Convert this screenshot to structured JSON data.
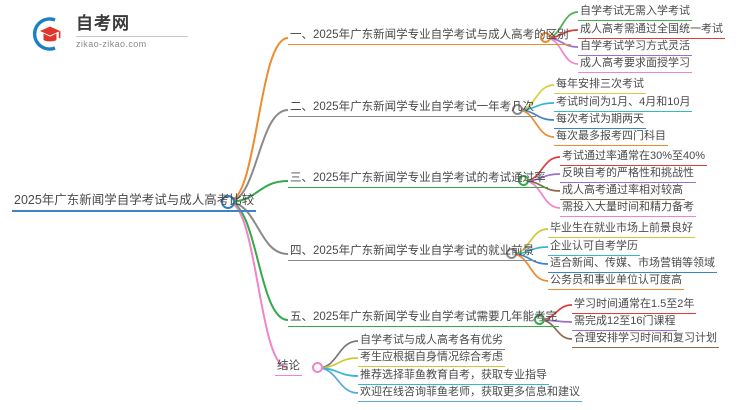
{
  "logo": {
    "name_cn": "自考网",
    "name_en": "zikao-zikao.com",
    "mark_icon": "graduation-cap-logo-icon",
    "arc_color": "#1b7fc4",
    "cap_color": "#e0352b"
  },
  "mindmap": {
    "root": {
      "label": "2025年广东新闻学自学考试与成人高考比较",
      "color": "#3d84c6",
      "node_color": "#2f7fc1"
    },
    "branches": [
      {
        "label": "一、2025年广东新闻学专业自学考试与成人高考的区别",
        "color": "#ef8b2c",
        "node_color": "#ef8b2c",
        "children": [
          {
            "label": "自学考试无需入学考试",
            "color": "#4caf50"
          },
          {
            "label": "成人高考需通过全国统一考试",
            "color": "#e03b3b"
          },
          {
            "label": "自学考试学习方式灵活",
            "color": "#9b6fd1"
          },
          {
            "label": "成人高考要求面授学习",
            "color": "#ef85c8"
          }
        ]
      },
      {
        "label": "二、2025年广东新闻学专业自学考试一年考几次",
        "color": "#8a8a8a",
        "node_color": "#8a8a8a",
        "children": [
          {
            "label": "每年安排三次考试",
            "color": "#d8cf3a"
          },
          {
            "label": "考试时间为1月、4月和10月",
            "color": "#35b7cf"
          },
          {
            "label": "每次考试为期两天",
            "color": "#3d84c6"
          },
          {
            "label": "每次最多报考四门科目",
            "color": "#ef8b2c"
          }
        ]
      },
      {
        "label": "三、2025年广东新闻学专业自学考试的考试通过率",
        "color": "#36a84a",
        "node_color": "#36a84a",
        "children": [
          {
            "label": "考试通过率通常在30%至40%",
            "color": "#e03b3b"
          },
          {
            "label": "反映自考的严格性和挑战性",
            "color": "#9b6fd1"
          },
          {
            "label": "成人高考通过率相对较高",
            "color": "#8a6a4a"
          },
          {
            "label": "需投入大量时间和精力备考",
            "color": "#ef85c8"
          }
        ]
      },
      {
        "label": "四、2025年广东新闻学专业自学考试的就业前景",
        "color": "#8a8a8a",
        "node_color": "#8a8a8a",
        "children": [
          {
            "label": "毕业生在就业市场上前景良好",
            "color": "#cfc836"
          },
          {
            "label": "企业认可自考学历",
            "color": "#35b7cf"
          },
          {
            "label": "适合新闻、传媒、市场营销等领域",
            "color": "#3d84c6"
          },
          {
            "label": "公务员和事业单位认可度高",
            "color": "#ef8b2c"
          }
        ]
      },
      {
        "label": "五、2025年广东新闻学专业自学考试需要几年能考完",
        "color": "#36a84a",
        "node_color": "#36a84a",
        "children": [
          {
            "label": "学习时间通常在1.5至2年",
            "color": "#e03b3b"
          },
          {
            "label": "需完成12至16门课程",
            "color": "#9b6fd1"
          },
          {
            "label": "合理安排学习时间和复习计划",
            "color": "#8a6a4a"
          }
        ]
      },
      {
        "label": "结论",
        "color": "#ef85c8",
        "node_color": "#ef85c8",
        "children": [
          {
            "label": "自学考试与成人高考各有优劣",
            "color": "#7a7a7a"
          },
          {
            "label": "考生应根据自身情况综合考虑",
            "color": "#cfc836"
          },
          {
            "label": "推荐选择菲鱼教育自考，获取专业指导",
            "color": "#35b7cf"
          },
          {
            "label": "欢迎在线咨询菲鱼老师，获取更多信息和建议",
            "color": "#5aa9dd"
          }
        ]
      }
    ]
  }
}
